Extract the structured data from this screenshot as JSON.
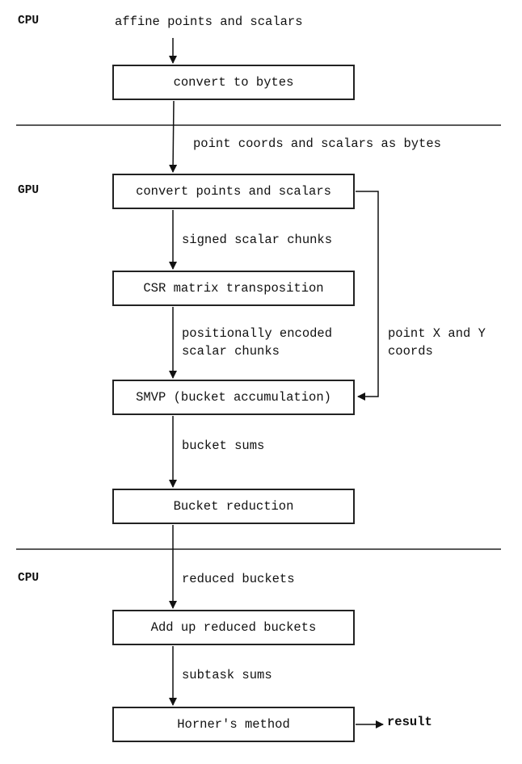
{
  "sections": {
    "cpu_top": "CPU",
    "gpu": "GPU",
    "cpu_bottom": "CPU"
  },
  "boxes": {
    "convert_to_bytes": "convert to bytes",
    "convert_points_scalars": "convert points and scalars",
    "csr_transposition": "CSR matrix transposition",
    "smvp": "SMVP (bucket accumulation)",
    "bucket_reduction": "Bucket reduction",
    "add_up_reduced": "Add up reduced buckets",
    "horner": "Horner's method"
  },
  "edges": {
    "input": "affine points and scalars",
    "bytes": "point coords and scalars as bytes",
    "signed_chunks": "signed scalar chunks",
    "pos_encoded_1": "positionally encoded",
    "pos_encoded_2": "scalar chunks",
    "xy_1": "point X and Y",
    "xy_2": "coords",
    "bucket_sums": "bucket sums",
    "reduced_buckets": "reduced buckets",
    "subtask_sums": "subtask sums"
  },
  "output": "result"
}
